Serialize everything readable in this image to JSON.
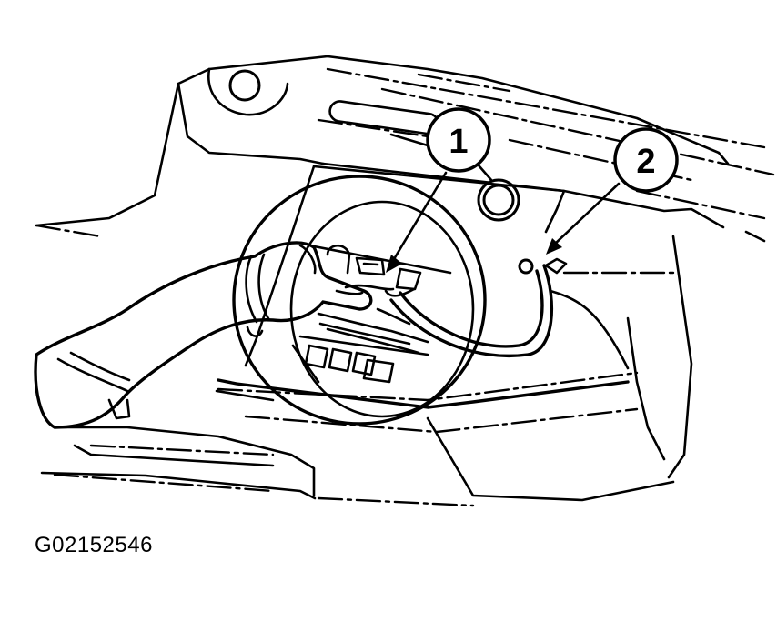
{
  "figure": {
    "code": "G02152546",
    "callouts": [
      {
        "number": "1"
      },
      {
        "number": "2"
      }
    ]
  }
}
